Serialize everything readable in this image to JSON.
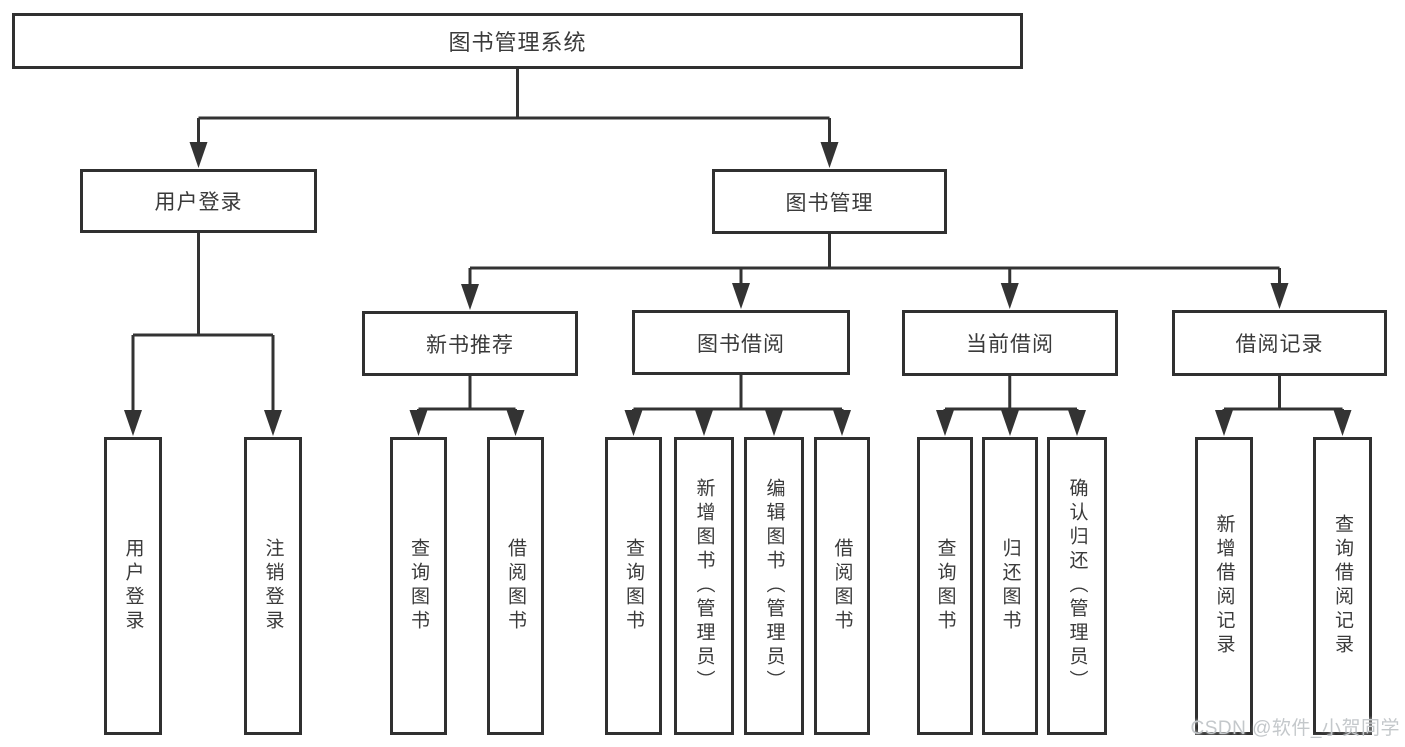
{
  "watermark": {
    "text": "CSDN @软件_小贺同学"
  },
  "colors": {
    "line": "#333333",
    "box_border": "#303030",
    "text": "#3a3a3a",
    "watermark": "#c4c8cb",
    "background": "#ffffff"
  },
  "diagram": {
    "root": {
      "label": "图书管理系统"
    },
    "branches": [
      {
        "label": "用户登录",
        "children": [
          {
            "label": "用户登录"
          },
          {
            "label": "注销登录"
          }
        ]
      },
      {
        "label": "图书管理",
        "children": [
          {
            "label": "新书推荐",
            "children": [
              {
                "label": "查询图书"
              },
              {
                "label": "借阅图书"
              }
            ]
          },
          {
            "label": "图书借阅",
            "children": [
              {
                "label": "查询图书"
              },
              {
                "label": "新增图书（管理员）"
              },
              {
                "label": "编辑图书（管理员）"
              },
              {
                "label": "借阅图书"
              }
            ]
          },
          {
            "label": "当前借阅",
            "children": [
              {
                "label": "查询图书"
              },
              {
                "label": "归还图书"
              },
              {
                "label": "确认归还（管理员）"
              }
            ]
          },
          {
            "label": "借阅记录",
            "children": [
              {
                "label": "新增借阅记录"
              },
              {
                "label": "查询借阅记录"
              }
            ]
          }
        ]
      }
    ]
  }
}
